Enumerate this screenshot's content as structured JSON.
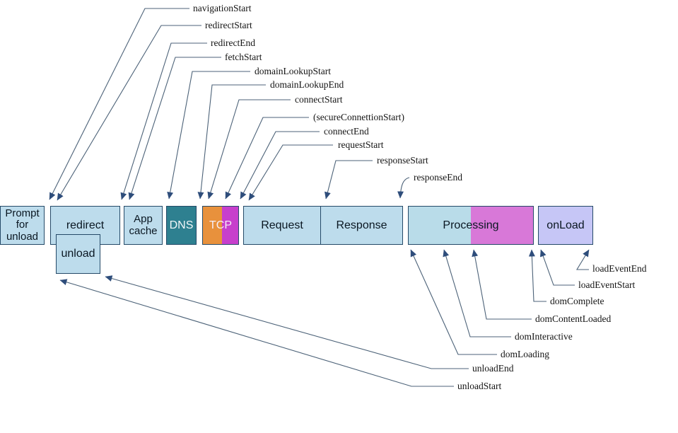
{
  "diagram_type": "navigation-timing-timeline",
  "colors": {
    "phase_fill_light_blue": "#bddcec",
    "dns_teal": "#2e8090",
    "tcp_orange": "#e8913c",
    "tcp_magenta": "#c73fcc",
    "processing_orchid": "#d878d8",
    "onload_lavender": "#c6c6f6",
    "box_border": "#254a68",
    "leader_line": "#4c6278",
    "arrowhead": "#2e4d7b",
    "background": "#ffffff"
  },
  "boxes": {
    "prompt_unload": {
      "label": "Prompt\nfor\nunload"
    },
    "redirect": {
      "label": "redirect"
    },
    "unload": {
      "label": "unload"
    },
    "app_cache": {
      "label": "App\ncache"
    },
    "dns": {
      "label": "DNS"
    },
    "tcp": {
      "label": "TCP"
    },
    "request": {
      "label": "Request"
    },
    "response": {
      "label": "Response"
    },
    "processing": {
      "label": "Processing"
    },
    "onload": {
      "label": "onLoad"
    }
  },
  "events": {
    "top": [
      {
        "label": "navigationStart"
      },
      {
        "label": "redirectStart"
      },
      {
        "label": "redirectEnd"
      },
      {
        "label": "fetchStart"
      },
      {
        "label": "domainLookupStart"
      },
      {
        "label": "domainLookupEnd"
      },
      {
        "label": "connectStart"
      },
      {
        "label": "(secureConnettionStart)"
      },
      {
        "label": "connectEnd"
      },
      {
        "label": "requestStart"
      },
      {
        "label": "responseStart"
      },
      {
        "label": "responseEnd"
      }
    ],
    "bottom": [
      {
        "label": "loadEventEnd"
      },
      {
        "label": "loadEventStart"
      },
      {
        "label": "domComplete"
      },
      {
        "label": "domContentLoaded"
      },
      {
        "label": "domInteractive"
      },
      {
        "label": "domLoading"
      },
      {
        "label": "unloadEnd"
      },
      {
        "label": "unloadStart"
      }
    ]
  }
}
